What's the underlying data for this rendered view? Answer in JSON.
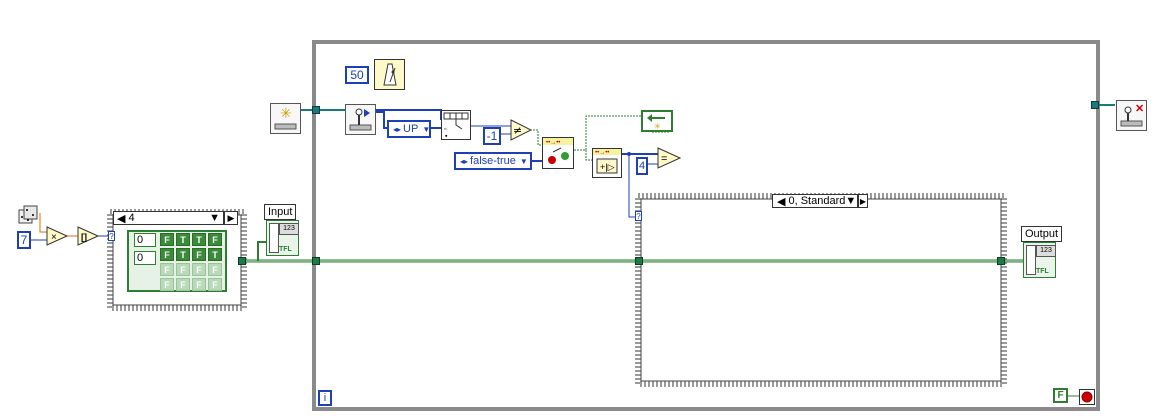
{
  "constants": {
    "wait_ms": "50",
    "random_multiplier": "7",
    "neg_one": "-1",
    "four": "4",
    "stop_false": "F"
  },
  "rings": {
    "up": "UP",
    "false_true": "false-true"
  },
  "array_constant": {
    "index_case": "4",
    "row_index": "0",
    "col_index": "0",
    "rows": [
      [
        "F",
        "T",
        "T",
        "F"
      ],
      [
        "F",
        "T",
        "F",
        "T"
      ],
      [
        "F",
        "F",
        "F",
        "F"
      ],
      [
        "F",
        "F",
        "F",
        "F"
      ]
    ]
  },
  "indicators": {
    "input_label": "Input",
    "output_label": "Output",
    "type_123": "123",
    "type_tfl": "TFL"
  },
  "case_structure": {
    "selector": "0, Standard"
  },
  "loop": {
    "iteration": "i",
    "selector_question": "?"
  },
  "colors": {
    "loop_frame": "#8a8a8a",
    "bool_wire": "#2e7d32",
    "numeric_wire": "#1f3fb5",
    "accent_red": "#cc0000"
  }
}
